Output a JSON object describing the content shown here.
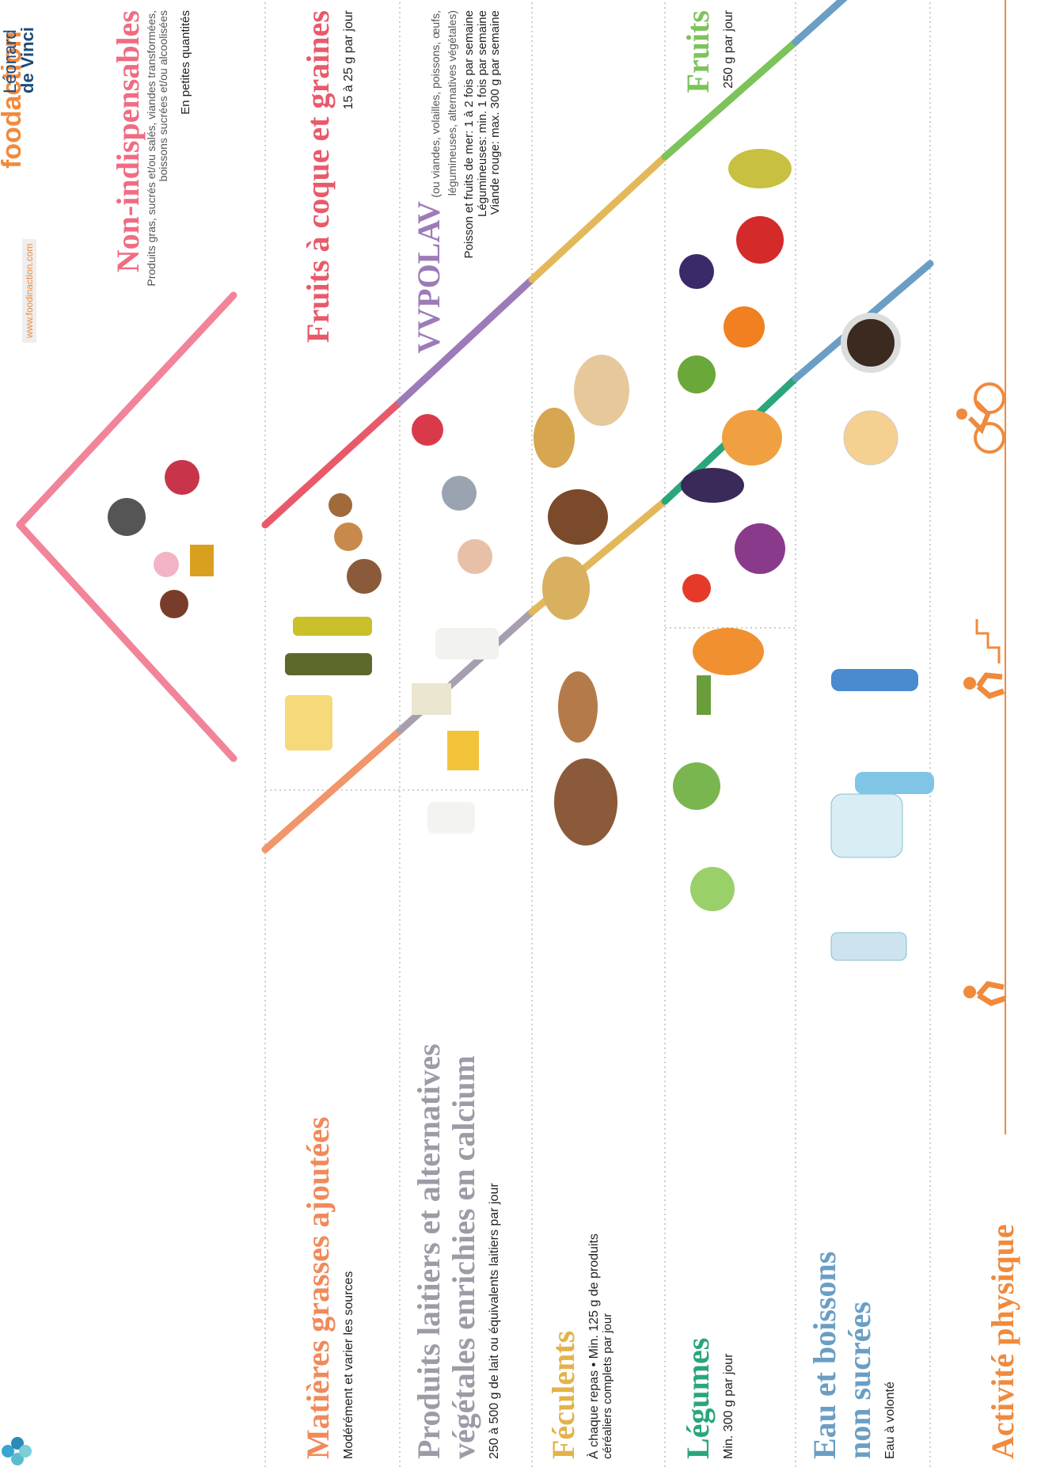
{
  "brand": {
    "website": "www.foodinaction.com",
    "partner_lines": [
      "Léonard",
      "de Vinci"
    ]
  },
  "tiers": {
    "non_indispensables": {
      "title": "Non-indispensables",
      "desc_line1": "Produits gras, sucrés et/ou salés, viandes transformées,",
      "desc_line2": "boissons sucrées et/ou alcoolisées",
      "qty": "En petites quantités",
      "color": "#f06c82"
    },
    "matieres_grasses": {
      "title": "Matières grasses ajoutées",
      "desc": "Modérément et varier les sources",
      "color": "#f08a5a"
    },
    "fruits_coque": {
      "title": "Fruits à coque et graines",
      "qty": "15 à 25 g par jour",
      "color": "#e85a6a"
    },
    "produits_laitiers": {
      "title_line1": "Produits laitiers et alternatives",
      "title_line2": "végétales enrichies en calcium",
      "qty": "250 à 500 g de lait ou équivalents laitiers par jour",
      "color": "#9e9aa6"
    },
    "vvpolav": {
      "title": "VVPOLAV",
      "desc_line1": "(ou viandes, volailles, poissons, œufs,",
      "desc_line2": "légumineuses, alternatives végétales)",
      "rule1": "Poisson et fruits de mer: 1 à 2 fois par semaine",
      "rule2": "Légumineuses: min. 1 fois par semaine",
      "rule3": "Viande rouge: max. 300 g par semaine",
      "color": "#9c7bb8"
    },
    "feculents": {
      "title": "Féculents",
      "desc_line1": "À chaque repas  •  Min. 125 g de produits",
      "desc_line2": "céréaliers complets par jour",
      "color": "#e3b24a"
    },
    "legumes": {
      "title": "Légumes",
      "qty": "Min. 300 g par jour",
      "color": "#2aa67a"
    },
    "fruits": {
      "title": "Fruits",
      "qty": "250 g par jour",
      "color": "#7cc35a"
    },
    "eau": {
      "title_line1": "Eau et boissons",
      "title_line2": "non sucrées",
      "qty": "Eau à volonté",
      "color": "#6a9ec4"
    },
    "activite": {
      "title": "Activité physique",
      "color": "#f08a3c"
    }
  },
  "icons": [
    "walking-icon",
    "climbing-stairs-icon",
    "cycling-icon",
    "glass-icon",
    "water-bottle-icon",
    "teacup-icon",
    "coffee-icon"
  ]
}
